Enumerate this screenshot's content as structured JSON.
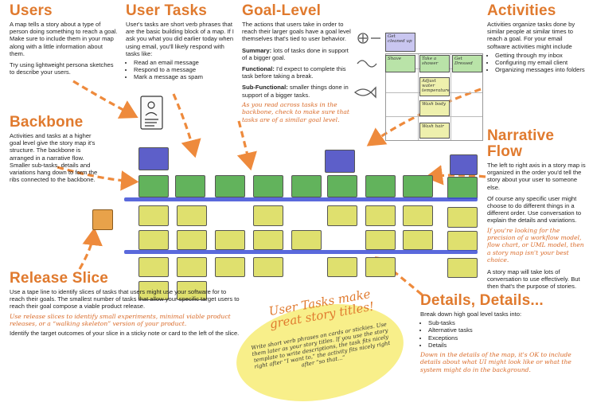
{
  "users": {
    "title": "Users",
    "p1": "A map tells a story about a type of person doing something to reach a goal.  Make sure to include them in your map along with a little information about them.",
    "p2": "Try using lightweight persona sketches to describe your users."
  },
  "user_tasks": {
    "title": "User Tasks",
    "p1": "User's tasks are short verb phrases that are the basic building block of a map.  If I ask you what you did earlier today when using email, you'll likely respond with tasks like:",
    "items": [
      "Read an email message",
      "Respond to a message",
      "Mark a message as spam"
    ]
  },
  "goal_level": {
    "title": "Goal-Level",
    "p1": "The actions that users take in order to reach their larger goals have a goal level themselves that's tied to user behavior.",
    "summary_label": "Summary:",
    "summary_text": " lots of tasks done in support of a bigger goal.",
    "functional_label": "Functional:",
    "functional_text": " I'd expect to complete this task before taking a break.",
    "subfunctional_label": "Sub-Functional:",
    "subfunctional_text": " smaller things done in support of a bigger tasks.",
    "note": "As you read across tasks in the backbone, check to make sure that tasks are of a similar goal level."
  },
  "activities": {
    "title": "Activities",
    "p1": "Activities organize tasks done by similar people at similar times to reach a goal. For your email software activities might include",
    "items": [
      "Getting through my inbox",
      "Configuring my email client",
      "Organizing messages into folders"
    ]
  },
  "backbone": {
    "title": "Backbone",
    "p1": "Activities and tasks at a higher goal level give the story map it's structure.  The backbone is arranged in a narrative flow.  Smaller sub-tasks, details and variations hang down to form the ribs connected to the backbone."
  },
  "narrative_flow": {
    "title": "Narrative Flow",
    "p1": "The  left to right axis in a story map is organized in the order you'd tell the story about your user to someone else.",
    "p2": "Of course any specific user might choose to do different things in a different order.  Use conversation to explain the details and variations.",
    "note": "If you're looking for the precision of a workflow model, flow chart, or UML model, then a story map isn't your best choice.",
    "p3": "A story map will take lots of conversation to use effectively.  But then that's the purpose of stories."
  },
  "release_slice": {
    "title": "Release Slice",
    "p1": "Use a tape line to identify slices of tasks that users might use your software for to reach their goals.  The smallest number of tasks that allow your specific target users to reach their goal compose a viable product release.",
    "note": "Use release slices to identify small experiments, minimal viable product releases, or a “walking skeleton” version of your product.",
    "p2": "Identify the target outcomes of your slice in a sticky note or card to the left of the slice."
  },
  "details": {
    "title": "Details, Details...",
    "p1": "Break down high goal level tasks into:",
    "items": [
      "Sub-tasks",
      "Alternative tasks",
      "Exceptions",
      "Details"
    ],
    "note": "Down in the details of the map, it's OK to include details about what UI might look like or what the system might do in the background."
  },
  "callout": {
    "title_line1": "User Tasks make",
    "title_line2": "great story titles!",
    "body": "Write short verb phrases on cards or stickies. Use them later as your story titles.  If you use the story template to write descriptions, the task fits nicely right after “I want to,” the activity fits nicely right after “so that...”"
  },
  "photo_cards": {
    "get_cleaned_up": "Get cleaned up",
    "shave": "Shave",
    "take_shower": "Take a shower",
    "get_dressed": "Get Dressed",
    "adjust_water": "Adjust water temperature",
    "wash_body": "Wash body",
    "wash_hair": "Wash hair"
  },
  "colors": {
    "accent": "#e07a2e",
    "activity_card": "#5d5fc9",
    "task_card": "#62b35c",
    "detail_card": "#dfe06e",
    "tape_line": "#3d4fd6",
    "callout_fill": "#f8ef8a"
  }
}
